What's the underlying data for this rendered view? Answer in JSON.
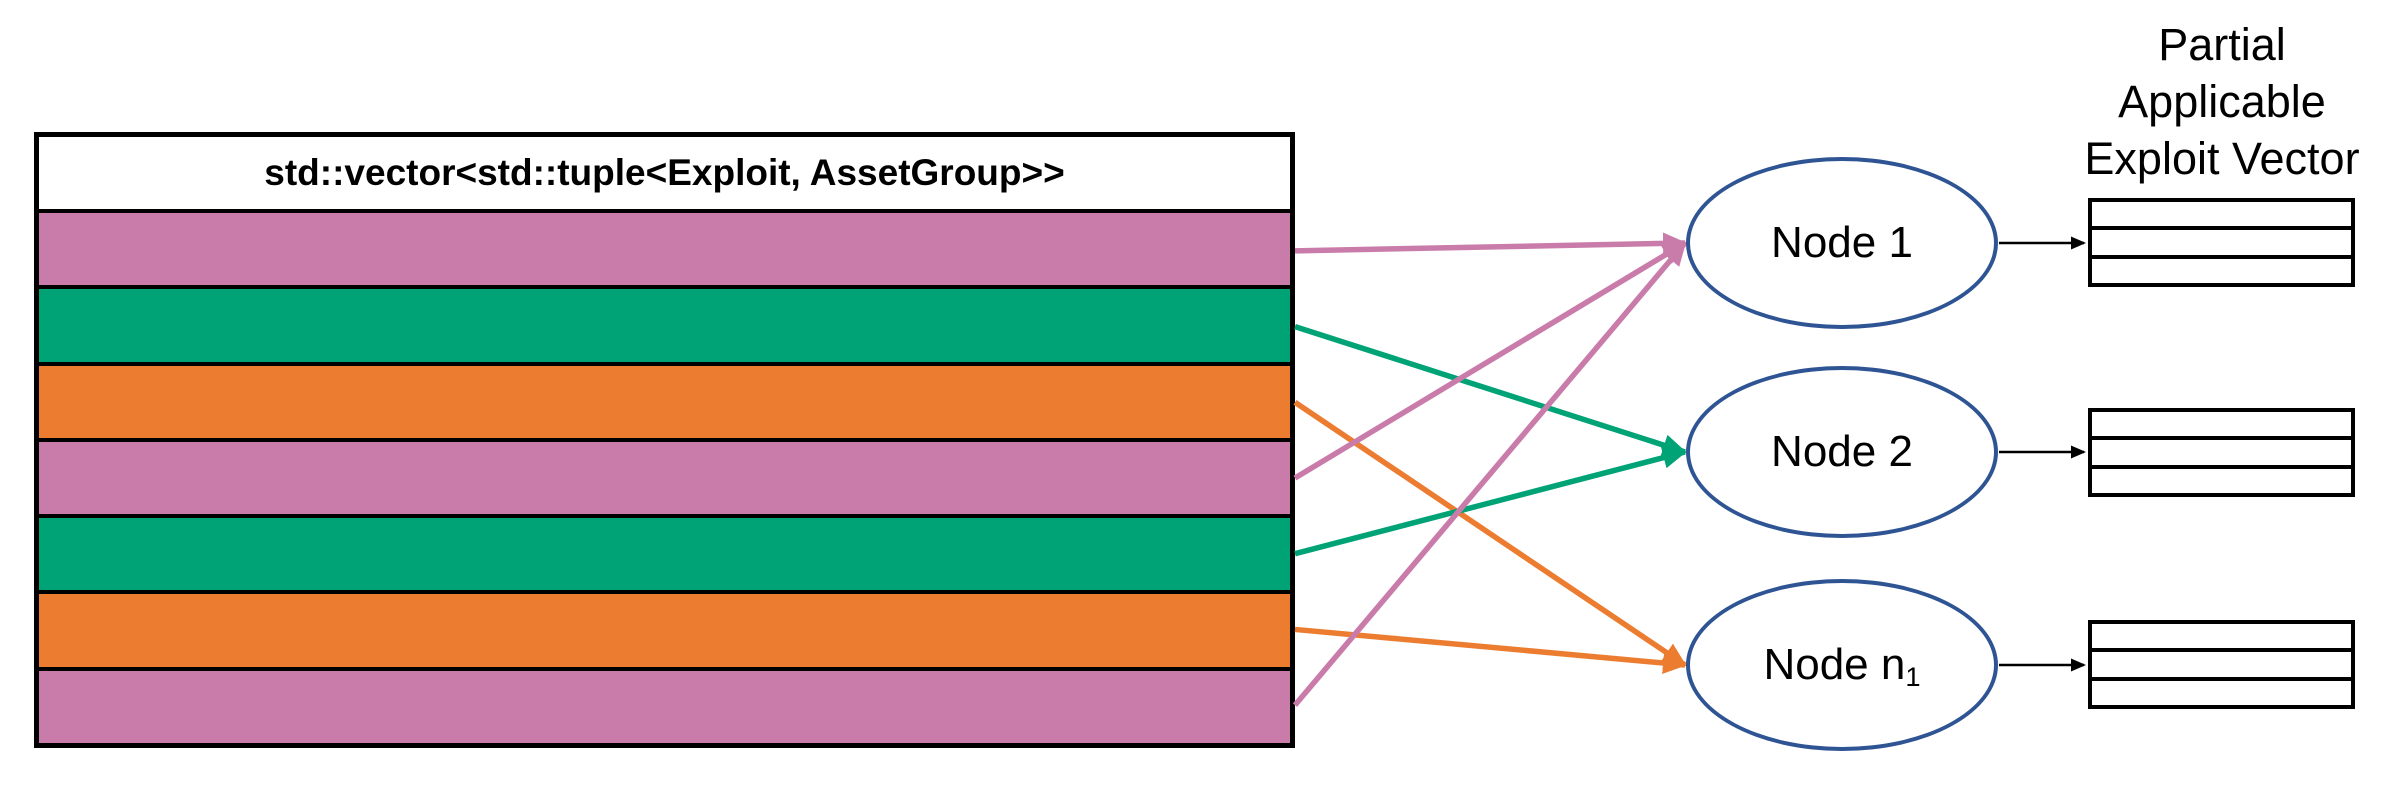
{
  "palette": {
    "pink": "#C97CAA",
    "green": "#00A376",
    "orange": "#EC7C30",
    "node_outline": "#2E5494",
    "table_border": "#000000",
    "connector_black": "#000000"
  },
  "vector_table": {
    "header": "std::vector<std::tuple<Exploit, AssetGroup>>",
    "rows": [
      {
        "color": "pink"
      },
      {
        "color": "green"
      },
      {
        "color": "orange"
      },
      {
        "color": "pink"
      },
      {
        "color": "green"
      },
      {
        "color": "orange"
      },
      {
        "color": "pink"
      }
    ]
  },
  "nodes": [
    {
      "label": "Node 1",
      "sub": ""
    },
    {
      "label": "Node 2",
      "sub": ""
    },
    {
      "label": "Node n",
      "sub": "1"
    }
  ],
  "partial_tables": {
    "title_lines": [
      "Partial",
      "Applicable",
      "Exploit Vector"
    ],
    "rows_per_table": 3
  },
  "connections": [
    {
      "from_row": 0,
      "to_node": 0,
      "color": "pink"
    },
    {
      "from_row": 1,
      "to_node": 1,
      "color": "green"
    },
    {
      "from_row": 2,
      "to_node": 2,
      "color": "orange"
    },
    {
      "from_row": 3,
      "to_node": 0,
      "color": "pink"
    },
    {
      "from_row": 4,
      "to_node": 1,
      "color": "green"
    },
    {
      "from_row": 5,
      "to_node": 2,
      "color": "orange"
    },
    {
      "from_row": 6,
      "to_node": 0,
      "color": "pink"
    }
  ]
}
